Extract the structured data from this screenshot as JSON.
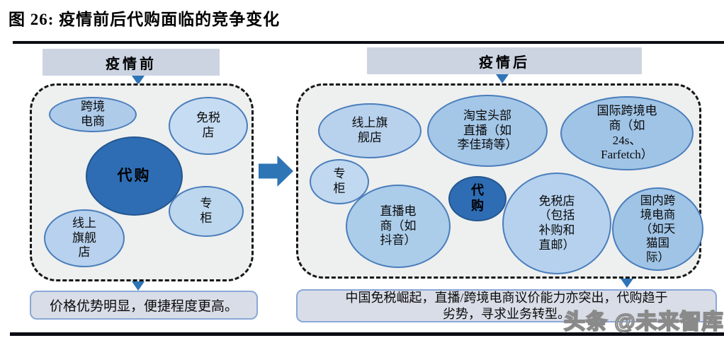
{
  "title": "图 26: 疫情前后代购面临的竞争变化",
  "panels": {
    "before": {
      "header": "疫情前",
      "bubbles": {
        "cross_border_ecommerce": "跨境\n电商",
        "duty_free": "免税\n店",
        "daigou": "代购",
        "counter": "专\n柜",
        "online_flagship": "线上\n旗舰\n店"
      },
      "caption": "价格优势明显，便捷程度更高。"
    },
    "after": {
      "header": "疫情后",
      "bubbles": {
        "online_flagship": "线上旗\n舰店",
        "taobao_livestream": "淘宝头部\n直播（如\n李佳琦等）",
        "intl_cross_border": "国际跨境电\n商（如\n24s、\nFarfetch）",
        "counter": "专\n柜",
        "livestream_ecommerce": "直播电\n商（如\n抖音）",
        "daigou": "代\n购",
        "duty_free": "免税店\n（包括\n补购和\n直邮）",
        "domestic_cross_border": "国内跨\n境电商\n（如天\n猫国\n际）"
      },
      "caption": "中国免税崛起，直播/跨境电商议价能力亦突出，代购趋于\n劣势，寻求业务转型。"
    }
  },
  "watermark": "头条 @未来智库",
  "colors": {
    "accent_blue": "#2e75b6",
    "dark_bubble_fill": "#2e6db4",
    "bubble_border": "#4a7ebb",
    "header_bg": "#ccd4e2",
    "panel_bg": "#eeefef",
    "caption_bg": "#d9dde7",
    "caption_border": "#8aa8d8",
    "rule_color": "#0c0c14"
  }
}
